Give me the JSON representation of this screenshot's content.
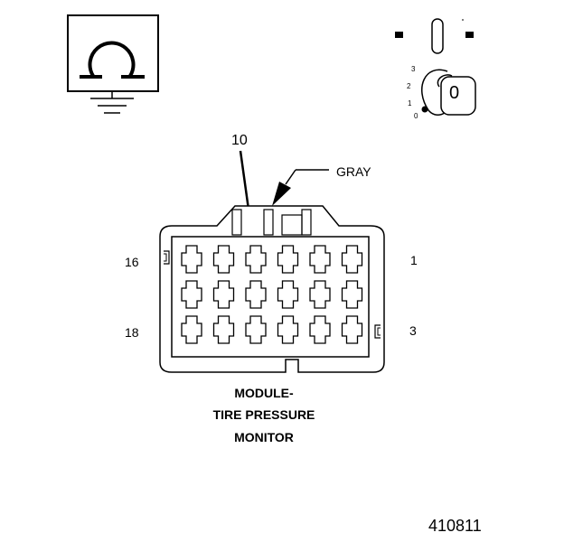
{
  "connector": {
    "color_label": "GRAY",
    "callout_cavity": "10",
    "pin_labels": {
      "top_left": "16",
      "bottom_left": "18",
      "top_right": "1",
      "bottom_right": "3"
    },
    "title_lines": [
      "MODULE-",
      "TIRE PRESSURE",
      "MONITOR"
    ],
    "cavity_grid": {
      "rows": 3,
      "columns": 6
    }
  },
  "ignition_key": {
    "positions": [
      "3",
      "2",
      "1",
      "0"
    ],
    "key_symbol": "0"
  },
  "ohmmeter_icon": {
    "symbol": "Ω"
  },
  "figure_number": "410811"
}
